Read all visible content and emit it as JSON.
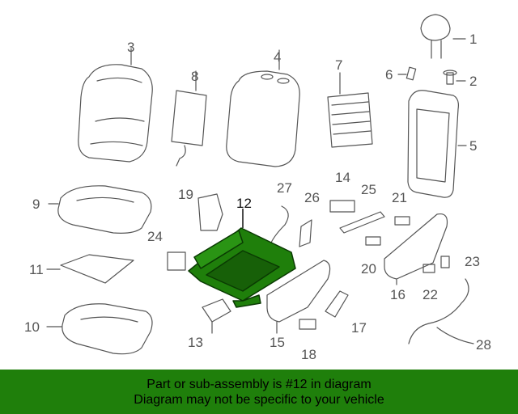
{
  "diagram": {
    "labels": [
      "1",
      "2",
      "3",
      "4",
      "5",
      "6",
      "7",
      "8",
      "9",
      "10",
      "11",
      "12",
      "13",
      "14",
      "15",
      "16",
      "17",
      "18",
      "19",
      "20",
      "21",
      "22",
      "23",
      "24",
      "25",
      "26",
      "27",
      "28"
    ],
    "highlighted_part": "12",
    "highlight_color": "#1f7f0b",
    "line_color": "#555555"
  },
  "banner": {
    "line1": "Part or sub-assembly is #12 in diagram",
    "line2": "Diagram may not be specific to your vehicle",
    "color": "#1f7f0b"
  }
}
